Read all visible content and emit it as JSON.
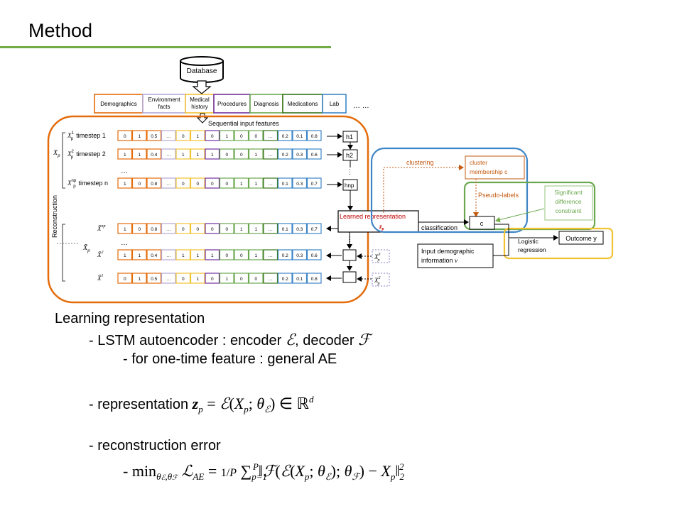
{
  "slide": {
    "title": "Method"
  },
  "diagram": {
    "database": "Database",
    "categories": [
      {
        "label": "Demographics",
        "color": "#e46c0a"
      },
      {
        "label": "Environment facts",
        "color": "#b4a7d6"
      },
      {
        "label": "Medical history",
        "color": "#f1c232"
      },
      {
        "label": "Procedures",
        "color": "#7030a0"
      },
      {
        "label": "Diagnosis",
        "color": "#6aa84f"
      },
      {
        "label": "Medications",
        "color": "#38761d"
      },
      {
        "label": "Lab",
        "color": "#3d85c6"
      }
    ],
    "category_ellipsis": "… …",
    "sequential_label": "Sequential input features",
    "xp_label": "X",
    "reconstruction_label": "Reconstruction",
    "xbar_label": "X̄",
    "timestep_rows": [
      {
        "sym": "X",
        "sup": "1",
        "label": "timestep 1",
        "cells": [
          "0",
          "1",
          "0.5",
          "…",
          "0",
          "1",
          "0",
          "1",
          "0",
          "0",
          "…",
          "0.2",
          "0.1",
          "0.8"
        ]
      },
      {
        "sym": "X",
        "sup": "2",
        "label": "timestep 2",
        "cells": [
          "1",
          "1",
          "0.4",
          "…",
          "1",
          "1",
          "1",
          "0",
          "0",
          "1",
          "…",
          "0.2",
          "0.3",
          "0.6"
        ]
      },
      {
        "sym": "X",
        "sup": "np",
        "label": "timestep n",
        "cells": [
          "1",
          "0",
          "0.8",
          "…",
          "0",
          "0",
          "0",
          "0",
          "1",
          "1",
          "…",
          "0.1",
          "0.3",
          "0.7"
        ]
      }
    ],
    "recon_rows": [
      {
        "sym": "X̄",
        "sup": "np",
        "cells": [
          "1",
          "0",
          "0.8",
          "…",
          "0",
          "0",
          "0",
          "0",
          "1",
          "1",
          "…",
          "0.1",
          "0.3",
          "0.7"
        ]
      },
      {
        "sym": "X̄",
        "sup": "2",
        "cells": [
          "1",
          "1",
          "0.4",
          "…",
          "1",
          "1",
          "1",
          "0",
          "0",
          "1",
          "…",
          "0.2",
          "0.3",
          "0.6"
        ]
      },
      {
        "sym": "X̄",
        "sup": "1",
        "cells": [
          "0",
          "1",
          "0.5",
          "…",
          "0",
          "1",
          "0",
          "1",
          "0",
          "0",
          "…",
          "0.2",
          "0.1",
          "0.8"
        ]
      }
    ],
    "hidden_labels": [
      "h1",
      "h2",
      "hnp"
    ],
    "dots": "…",
    "recon_inputs": [
      "X",
      "X"
    ],
    "recon_input_sups": [
      "3",
      "2"
    ],
    "learned_rep": "Learned representation",
    "zp": "zp",
    "clustering": "clustering",
    "cluster_membership": "cluster membership c",
    "pseudo_labels": "Pseudo-labels",
    "significant": "Significant difference constraint",
    "c_label": "c",
    "classification": "classification",
    "demographic": "Input demographic information v",
    "logistic": "Logistic regression",
    "outcome": "Outcome y"
  },
  "bullets": {
    "learning": "Learning representation",
    "lstm": "- LSTM autoencoder : encoder",
    "lstm_decoder": ", decoder",
    "onetime": "- for one-time feature : general AE",
    "representation": "- representation",
    "recon_error": "- reconstruction error",
    "min": "- min"
  }
}
